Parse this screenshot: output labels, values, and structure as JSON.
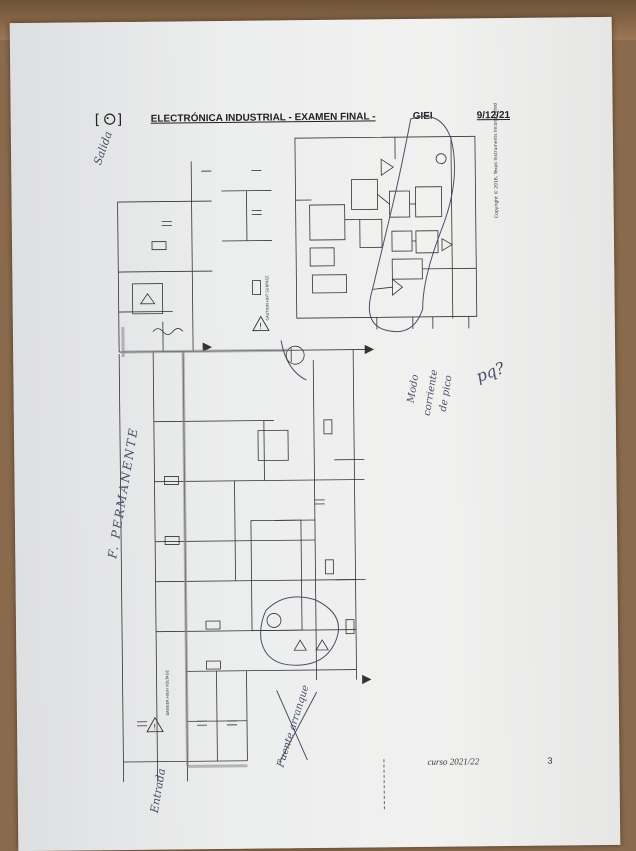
{
  "header": {
    "logo_text": "[ ]",
    "title": "ELECTRÓNICA INDUSTRIAL - EXAMEN FINAL -",
    "school": "GIEI",
    "date": "9/12/21"
  },
  "footer": {
    "course": "curso 2021/22",
    "page_number": "3"
  },
  "handwritten": {
    "salida": "Salida",
    "entrada": "Entrada",
    "permanente": "F. PERMANENTE",
    "arranque": "Fuente arranque",
    "modo": "Modo",
    "corriente": "corriente",
    "pico": "de pico",
    "question": "pq?"
  },
  "schematic": {
    "warning_label_top": "CAUTION HOT SURFACE",
    "warning_label_bottom": "DANGER HIGH VOLTAGE",
    "copyright": "Copyright © 2016, Texas Instruments Incorporated"
  },
  "colors": {
    "ink": "#333333",
    "pen": "#4a4f68",
    "paper": "#eeeeee",
    "desk": "#8a6a4c"
  }
}
